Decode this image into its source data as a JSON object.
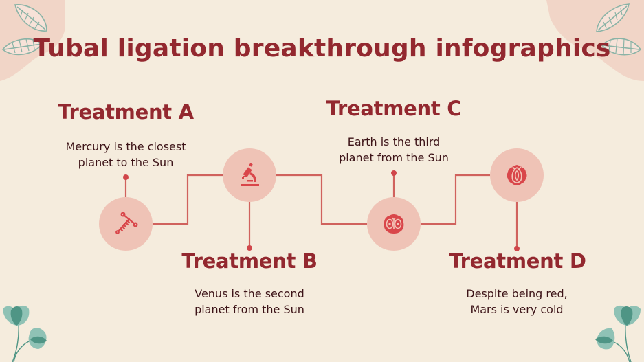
{
  "slide": {
    "title": "Tubal ligation breakthrough infographics",
    "colors": {
      "background": "#f5ecdd",
      "blob": "#f1d5c7",
      "title": "#93282f",
      "body_text": "#3d1418",
      "connector": "#d0625d",
      "circle": "#efc3b6",
      "icon": "#d9464a",
      "leaf_outline": "#8ab3a6",
      "flower": "#4f9585"
    }
  },
  "treatments": [
    {
      "title": "Treatment A",
      "description_line1": "Mercury is the closest",
      "description_line2": "planet to the Sun",
      "icon": "iud-icon"
    },
    {
      "title": "Treatment B",
      "description_line1": "Venus is the second",
      "description_line2": "planet from the Sun",
      "icon": "microscope-icon"
    },
    {
      "title": "Treatment C",
      "description_line1": "Earth is the third",
      "description_line2": "planet from the Sun",
      "icon": "ovary-cells-icon"
    },
    {
      "title": "Treatment D",
      "description_line1": "Despite being red,",
      "description_line2": "Mars is very cold",
      "icon": "uterus-flower-icon"
    }
  ],
  "decorations": {
    "top_left": "leaf-outline-icon",
    "top_right": "leaf-outline-icon",
    "bottom_left": "teal-flower-icon",
    "bottom_right": "teal-flower-icon"
  }
}
